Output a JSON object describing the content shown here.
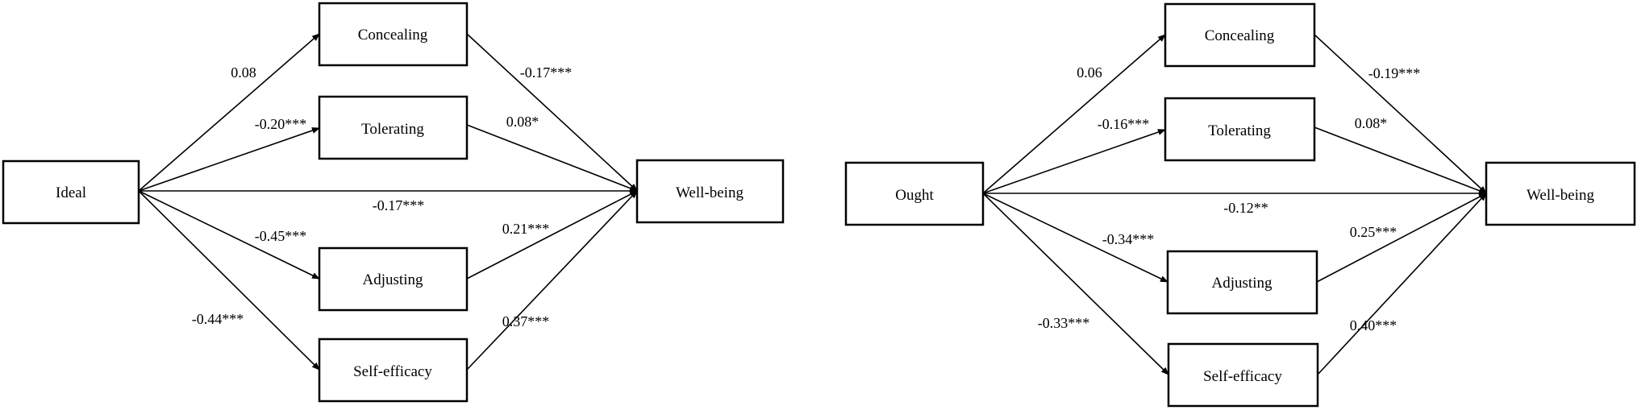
{
  "panels": [
    {
      "id": "ideal",
      "nodes": {
        "predictor": "Ideal",
        "mediators": [
          "Concealing",
          "Tolerating",
          "Adjusting",
          "Self-efficacy"
        ],
        "outcome": "Well-being"
      },
      "coefficients": {
        "a_paths": [
          "0.08",
          "-0.20***",
          "-0.45***",
          "-0.44***"
        ],
        "b_paths": [
          "-0.17***",
          "0.08*",
          "0.21***",
          "0.37***"
        ],
        "direct": "-0.17***"
      }
    },
    {
      "id": "ought",
      "nodes": {
        "predictor": "Ought",
        "mediators": [
          "Concealing",
          "Tolerating",
          "Adjusting",
          "Self-efficacy"
        ],
        "outcome": "Well-being"
      },
      "coefficients": {
        "a_paths": [
          "0.06",
          "-0.16***",
          "-0.34***",
          "-0.33***"
        ],
        "b_paths": [
          "-0.19***",
          "0.08*",
          "0.25***",
          "0.40***"
        ],
        "direct": "-0.12**"
      }
    }
  ]
}
